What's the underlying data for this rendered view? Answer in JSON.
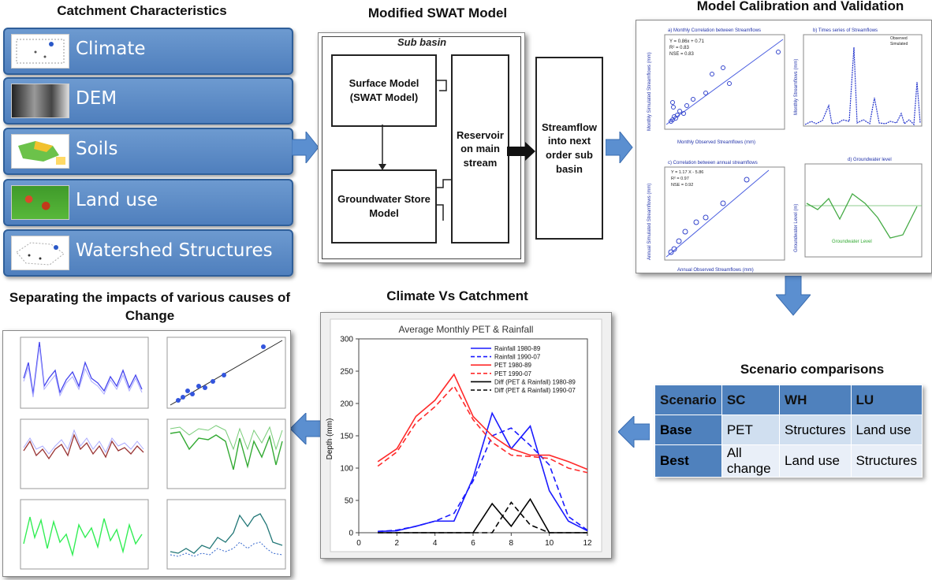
{
  "headings": {
    "catchment": "Catchment Characteristics",
    "swat": "Modified SWAT Model",
    "calibration": "Model Calibration and Validation",
    "impacts_line1": "Separating the impacts of various causes of",
    "impacts_line2": "Change",
    "climate_vs": "Climate Vs Catchment",
    "scenario": "Scenario comparisons"
  },
  "catchment_items": [
    {
      "label": "Climate",
      "thumb_icon": "climate-map-icon"
    },
    {
      "label": "DEM",
      "thumb_icon": "dem-map-icon"
    },
    {
      "label": "Soils",
      "thumb_icon": "soils-map-icon"
    },
    {
      "label": "Land use",
      "thumb_icon": "landuse-map-icon"
    },
    {
      "label": "Watershed Structures",
      "thumb_icon": "structures-map-icon"
    }
  ],
  "swat": {
    "sub_basin": "Sub basin",
    "surface_line1": "Surface Model",
    "surface_line2": "(SWAT Model)",
    "ground_line1": "Groundwater Store",
    "ground_line2": "Model",
    "reservoir_line1": "Reservoir",
    "reservoir_line2": "on main",
    "reservoir_line3": "stream",
    "streamflow_line1": "Streamflow",
    "streamflow_line2": "into next",
    "streamflow_line3": "order sub",
    "streamflow_line4": "basin"
  },
  "calibration_panels": {
    "a_title": "a) Monthly Correlation between Streamflows",
    "a_xlabel": "Monthly Observed Streamflows (mm)",
    "a_ylabel": "Monthly Simulated Streamflows (mm)",
    "a_eq1": "Y = 0.86x + 0.71",
    "a_eq2": "R² = 0.83",
    "a_eq3": "NSE = 0.83",
    "b_title": "b) Times series of Streamflows",
    "b_ylabel": "Monthly Streamflows (mm)",
    "b_legend1": "Observed",
    "b_legend2": "Simulated",
    "c_title": "c) Correlation between annual streamflows",
    "c_xlabel": "Annual Observed Streamflows (mm)",
    "c_ylabel": "Annual Simulated Streamflows (mm)",
    "c_eq1": "Y = 1.17 X - 5.86",
    "c_eq2": "R² = 0.97",
    "c_eq3": "NSE = 0.92",
    "d_title": "d) Groundwater level",
    "d_ylabel": "Groundwater Level (m)",
    "d_legend": "Groundwater Level"
  },
  "scenario_table": {
    "header": [
      "Scenario",
      "SC",
      "WH",
      "LU"
    ],
    "rows": [
      [
        "Base",
        "PET",
        "Structures",
        "Land use"
      ],
      [
        "Best",
        "All change",
        "Land use",
        "Structures"
      ]
    ]
  },
  "colors": {
    "box_blue": "#4f7fbd",
    "arrow_blue": "#5b8fd0",
    "rainfall": "#1a1aff",
    "pet": "#ff2a2a",
    "diff": "#000000",
    "table_header": "#4f81bd"
  },
  "chart_data": {
    "type": "line",
    "title": "Average Monthly PET & Rainfall",
    "xlabel": "",
    "ylabel": "Depth (mm)",
    "xlim": [
      0,
      12
    ],
    "ylim": [
      0,
      300
    ],
    "xticks": [
      0,
      2,
      4,
      6,
      8,
      10,
      12
    ],
    "yticks": [
      0,
      50,
      100,
      150,
      200,
      250,
      300
    ],
    "grid": false,
    "legend_position": "top-right",
    "x": [
      1,
      2,
      3,
      4,
      5,
      6,
      7,
      8,
      9,
      10,
      11,
      12
    ],
    "series": [
      {
        "name": "Rainfall 1980-89",
        "color": "#1a1aff",
        "dash": "solid",
        "values": [
          2,
          3,
          10,
          18,
          18,
          85,
          185,
          130,
          165,
          65,
          18,
          3
        ]
      },
      {
        "name": "Rainfall 1990-07",
        "color": "#1a1aff",
        "dash": "dashed",
        "values": [
          2,
          4,
          10,
          18,
          30,
          80,
          150,
          162,
          135,
          105,
          25,
          4
        ]
      },
      {
        "name": "PET 1980-89",
        "color": "#ff2a2a",
        "dash": "solid",
        "values": [
          110,
          130,
          180,
          205,
          245,
          180,
          150,
          130,
          120,
          120,
          110,
          98
        ]
      },
      {
        "name": "PET 1990-07",
        "color": "#ff2a2a",
        "dash": "dashed",
        "values": [
          103,
          125,
          170,
          195,
          227,
          175,
          140,
          120,
          118,
          115,
          100,
          93
        ]
      },
      {
        "name": "Diff (PET & Rainfall) 1980-89",
        "color": "#000000",
        "dash": "solid",
        "values": [
          0,
          0,
          0,
          0,
          0,
          0,
          45,
          10,
          52,
          0,
          0,
          0
        ]
      },
      {
        "name": "Diff (PET & Rainfall) 1990-07",
        "color": "#000000",
        "dash": "dashed",
        "values": [
          0,
          0,
          0,
          0,
          0,
          0,
          0,
          47,
          12,
          0,
          0,
          0
        ]
      }
    ]
  }
}
